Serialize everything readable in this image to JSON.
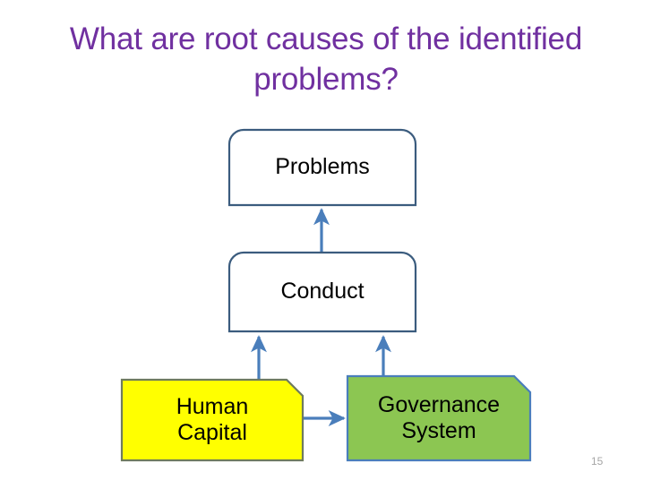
{
  "slide": {
    "title": "What are root causes of the identified problems?",
    "page_number": "15",
    "background_color": "#FFFFFF",
    "title_color": "#7030A0",
    "page_number_color": "#A6A6A6"
  },
  "diagram": {
    "type": "flow-diagram",
    "connector_color": "#4A7EBB",
    "nodes": [
      {
        "id": "problems",
        "label": "Problems",
        "shape": "round-top-rectangle",
        "fill": "#FFFFFF",
        "stroke": "#3B5C7E",
        "text_color": "#000000"
      },
      {
        "id": "conduct",
        "label": "Conduct",
        "shape": "round-top-rectangle",
        "fill": "#FFFFFF",
        "stroke": "#3B5C7E",
        "text_color": "#000000"
      },
      {
        "id": "human-capital",
        "label": "Human\nCapital",
        "shape": "snip-corner-rectangle",
        "fill": "#FFFF00",
        "stroke": "#6F7B5E",
        "text_color": "#000000"
      },
      {
        "id": "governance-system",
        "label": "Governance\nSystem",
        "shape": "snip-corner-rectangle",
        "fill": "#8CC652",
        "stroke": "#4A7EBB",
        "text_color": "#000000"
      }
    ],
    "edges": [
      {
        "id": "conduct-to-problems",
        "from": "conduct",
        "to": "problems",
        "direction": "up",
        "arrow": "single"
      },
      {
        "id": "human-capital-to-conduct",
        "from": "human-capital",
        "to": "conduct",
        "direction": "up",
        "arrow": "single"
      },
      {
        "id": "governance-system-to-conduct",
        "from": "governance-system",
        "to": "conduct",
        "direction": "up",
        "arrow": "single"
      },
      {
        "id": "human-capital-to-governance-system",
        "from": "human-capital",
        "to": "governance-system",
        "direction": "right",
        "arrow": "single"
      }
    ]
  }
}
